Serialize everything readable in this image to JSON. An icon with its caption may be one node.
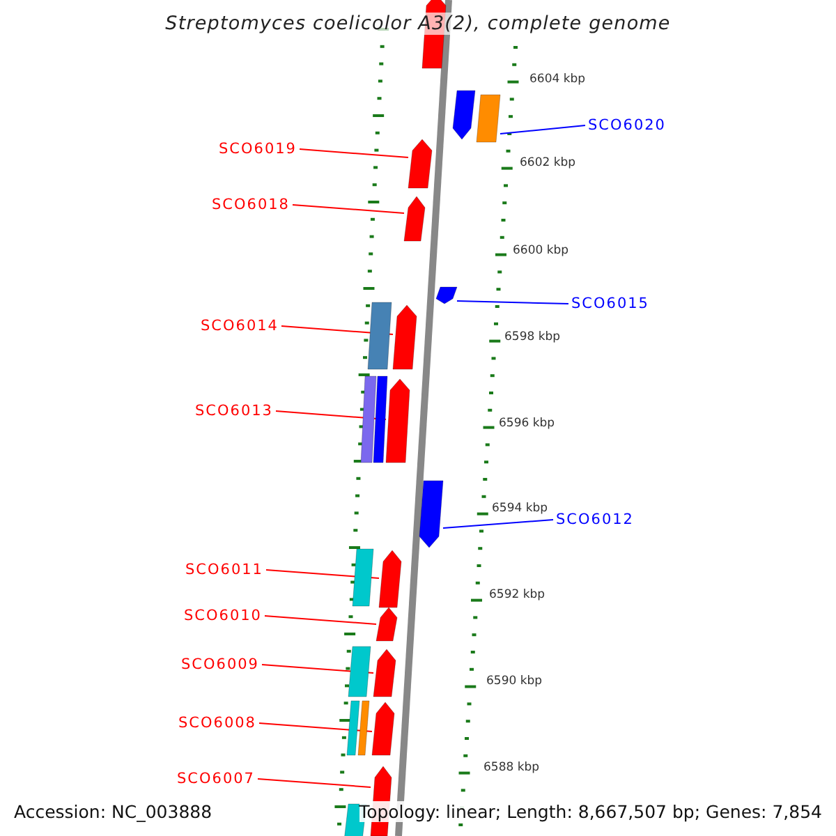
{
  "diagram": {
    "title": "Streptomyces coelicolor A3(2), complete genome",
    "nodes": [
      {
        "text": [
          "SCO6020"
        ]
      },
      {
        "text": [
          "SCO6019"
        ]
      },
      {
        "text": [
          "SCO6018"
        ]
      },
      {
        "text": [
          "SCO6015"
        ]
      },
      {
        "text": [
          "SCO6014"
        ]
      },
      {
        "text": [
          "SCO6013"
        ]
      },
      {
        "text": [
          "SCO6012"
        ]
      },
      {
        "text": [
          "SCO6011"
        ]
      },
      {
        "text": [
          "SCO6010"
        ]
      },
      {
        "text": [
          "SCO6009"
        ]
      },
      {
        "text": [
          "SCO6008"
        ]
      },
      {
        "text": [
          "SCO6007"
        ]
      },
      {
        "text": [],
        "shape": "box"
      },
      {
        "text": [],
        "shape": "arrow"
      },
      {
        "text": [],
        "shape": "arrow"
      },
      {
        "text": [],
        "shape": "arrow"
      },
      {
        "text": [],
        "shape": "arrow"
      },
      {
        "text": [],
        "shape": "arrow"
      },
      {
        "text": [],
        "shape": "arrow"
      },
      {
        "text": [],
        "shape": "arrow"
      },
      {
        "text": [],
        "shape": "arrow"
      },
      {
        "text": [],
        "shape": "arrow"
      },
      {
        "text": [],
        "shape": "arrow"
      },
      {
        "text": [],
        "shape": "arrow"
      },
      {
        "text": [],
        "shape": "arrow"
      },
      {
        "text": [],
        "shape": "arrow"
      },
      {
        "text": [],
        "shape": "box"
      },
      {
        "text": [],
        "shape": "box"
      },
      {
        "text": [],
        "shape": "box"
      },
      {
        "text": [],
        "shape": "box"
      },
      {
        "text": [],
        "shape": "box"
      },
      {
        "text": [],
        "shape": "box"
      },
      {
        "text": [],
        "shape": "box"
      },
      {
        "text": [],
        "shape": "box"
      }
    ],
    "edges": [
      {
        "from": 0,
        "to": 12,
        "arrow": "none",
        "color": "#0000ff"
      },
      {
        "from": 1,
        "to": 13,
        "arrow": "none"
      },
      {
        "from": 2,
        "to": 14,
        "arrow": "none"
      },
      {
        "from": 3,
        "to": 15,
        "arrow": "none",
        "color": "#0000ff"
      },
      {
        "from": 4,
        "to": 16,
        "arrow": "none"
      },
      {
        "from": 5,
        "to": 17,
        "arrow": "none"
      },
      {
        "from": 6,
        "to": 18,
        "arrow": "none",
        "color": "#0000ff"
      },
      {
        "from": 7,
        "to": 19,
        "arrow": "none"
      },
      {
        "from": 8,
        "to": 20,
        "arrow": "none"
      },
      {
        "from": 9,
        "to": 21,
        "arrow": "none"
      },
      {
        "from": 10,
        "to": 22,
        "arrow": "none"
      },
      {
        "from": 11,
        "to": 23,
        "arrow": "none"
      }
    ],
    "labels": [
      "6604 kbp",
      "6602 kbp",
      "6600 kbp",
      "6598 kbp",
      "6596 kbp",
      "6594 kbp",
      "6592 kbp",
      "6590 kbp",
      "6588 kbp",
      "Accession: NC_003888",
      "Topology: linear; Length: 8,667,507 bp; Genes: 7,854"
    ]
  }
}
